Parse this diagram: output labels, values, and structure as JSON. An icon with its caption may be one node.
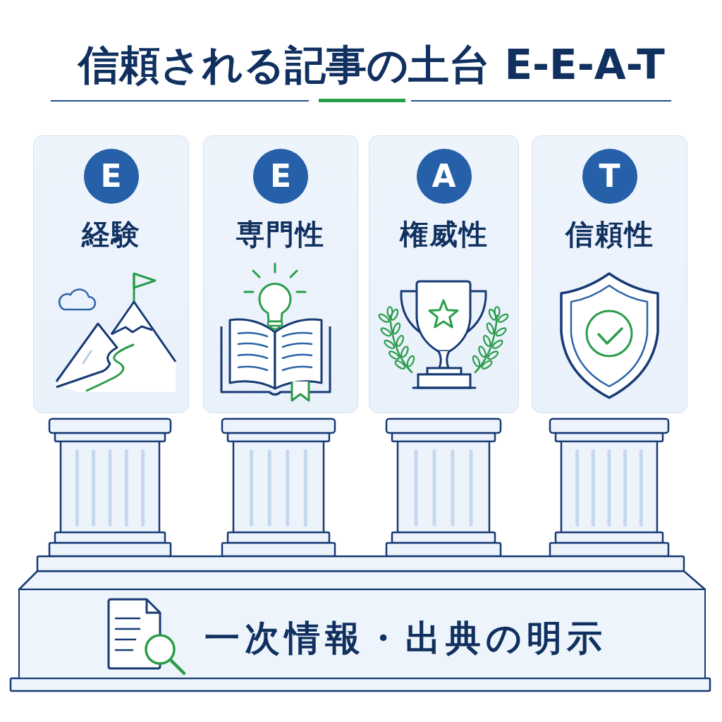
{
  "diagram": {
    "title": "信頼される記事の土台 E-E-A-T",
    "nodes": [
      {
        "text": [
          "経験"
        ]
      },
      {
        "text": [
          "E"
        ],
        "in": 0
      },
      {
        "text": [
          "専門性"
        ]
      },
      {
        "text": [
          "E"
        ],
        "in": 2
      },
      {
        "text": [
          "権威性"
        ]
      },
      {
        "text": [
          "A"
        ],
        "in": 4
      },
      {
        "text": [
          "信頼性"
        ]
      },
      {
        "text": [
          "T"
        ],
        "in": 6
      },
      {
        "text": [
          "一次情報・出典の明示"
        ]
      }
    ]
  }
}
